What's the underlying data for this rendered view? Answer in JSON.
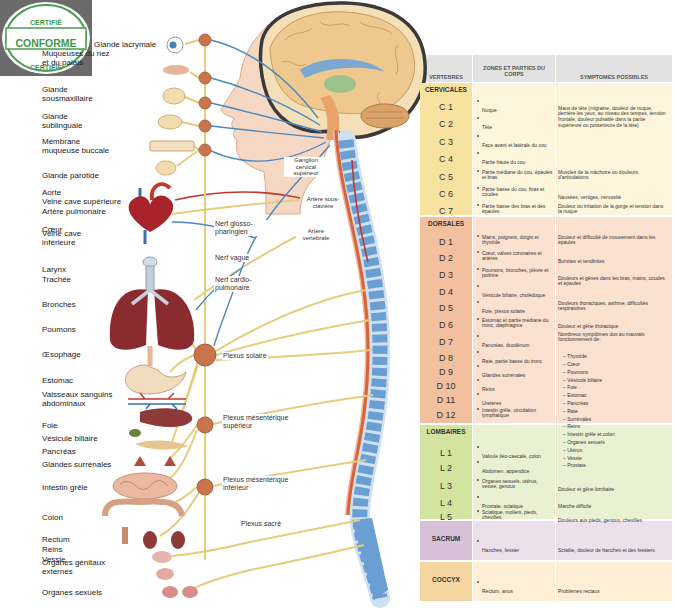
{
  "diagram": {
    "nodes": [
      {
        "text": [
          "CERVICALES"
        ]
      },
      {
        "text": [
          "DORSALES"
        ]
      },
      {
        "text": [
          "LOMBAIRES"
        ]
      },
      {
        "text": [
          "SACRUM"
        ]
      },
      {
        "text": [
          "COCCYX"
        ]
      }
    ],
    "labels": [
      "CERTIFIÉ",
      "CONFORME",
      "CERTIFIÉ",
      "Glande lacrymale",
      "Muqueuses du nez et du palais",
      "Glande sousmaxillaire",
      "Glande sublinguale",
      "Membrane muqueuse buccale",
      "Glande parotide",
      "Aorte",
      "Veine cave supérieure",
      "Artère pulmonaire",
      "Cœur",
      "Veine cave inférieure",
      "Larynx",
      "Trachée",
      "Bronches",
      "Poumons",
      "Œsophage",
      "Estomac",
      "Vaisseaux sanguins abdominaux",
      "Foie",
      "Vésicule biliaire",
      "Pancréas",
      "Glandes surrénales",
      "Intestin grêle",
      "Colon",
      "Rectum",
      "Reins",
      "Vessie",
      "Organes génitaux externes",
      "Organes sexuels",
      "Nerf glosso-pharingien",
      "Nerf vague",
      "Nerf cardio-pulmonaire",
      "Ganglion cervical supérieur",
      "Artère sous-clavière",
      "Artère vertébrale",
      "Plexus solaire",
      "Plexus mésentérique supérieur",
      "Plexus mésentérique inférieur",
      "Plexus sacré",
      "VERTEBRES",
      "ZONES ET PARTIES DU CORPS",
      "SYMPTOMES POSSIBLES",
      "C 1",
      "Nuque",
      "Maux de tête (migraine, douleur de nuque, derrière les yeux, au niveau des tempes, tension frontale, douleur pulsatile dans la partie supérieure ou postérieure de la tête)",
      "C 2",
      "Tête",
      "C 3",
      "Face avant et latérale du cou",
      "C 4",
      "Partie haute du cou",
      "C 5",
      "Partie médiane du cou, épaules et bras",
      "Muscles de la mâchoire ou douleurs d'articulations",
      "C 6",
      "Partie basse du cou, bras et coudes",
      "Nausées, vertiges, nervosité",
      "C 7",
      "Partie basse des bras et des épaules",
      "Douleur ou irritation de la gorge et tension dans la nuque",
      "D 1",
      "Mains, poignets, doigts et thyroïde",
      "Douleur et difficulté de mouvement dans les épaules",
      "D 2",
      "Cœur, valves coronaires et artères",
      "Bursites et tendinites",
      "D 3",
      "Poumons, bronches, plèvre et poitrine",
      "Douleurs et gênes dans les bras, mains, coudes et épaules",
      "D 4",
      "Vésicule biliaire, cholédoque",
      "D 5",
      "Foie, plexus solaire",
      "Douleurs thoraciques, asthme, difficultés respiratoires",
      "D 6",
      "Estomac et partie médiane du tronc, diaphragme",
      "Douleur et gêne thoracique",
      "D 7",
      "Pancréas, duodénum",
      "Nombreux symptômes dus au mauvais fonctionnement de:",
      "– Thyroïde",
      "– Cœur",
      "– Poumons",
      "– Vésicule biliaire",
      "– Foie",
      "– Estomac",
      "– Pancréas",
      "– Rate",
      "– Surrénales",
      "– Reins",
      "– Intestin grêle et colon",
      "– Organes sexuels",
      "– Utérus",
      "– Vessie",
      "– Prostate",
      "D 8",
      "Rate, partie basse du tronc",
      "D 9",
      "Glandes surrénales",
      "D 10",
      "Reins",
      "D 11",
      "Uretères",
      "D 12",
      "Intestin grêle, circulation lymphatique",
      "L 1",
      "Valvule iléo-caecale, colon",
      "L 2",
      "Abdomen, appendice",
      "L 3",
      "Organes sexuels, utérus, vessie, genoux",
      "Douleur et gêne lombaire",
      "L 4",
      "Prostate, sciatique",
      "Marche difficile",
      "L 5",
      "Sciatique, mollets, pieds, chevilles",
      "Douleurs aux pieds, genoux, chevilles",
      "Hanches, fessier",
      "Sciatite, douleur de hanches et des fessiers",
      "Rectum, anus",
      "Problèmes rectaux"
    ]
  }
}
